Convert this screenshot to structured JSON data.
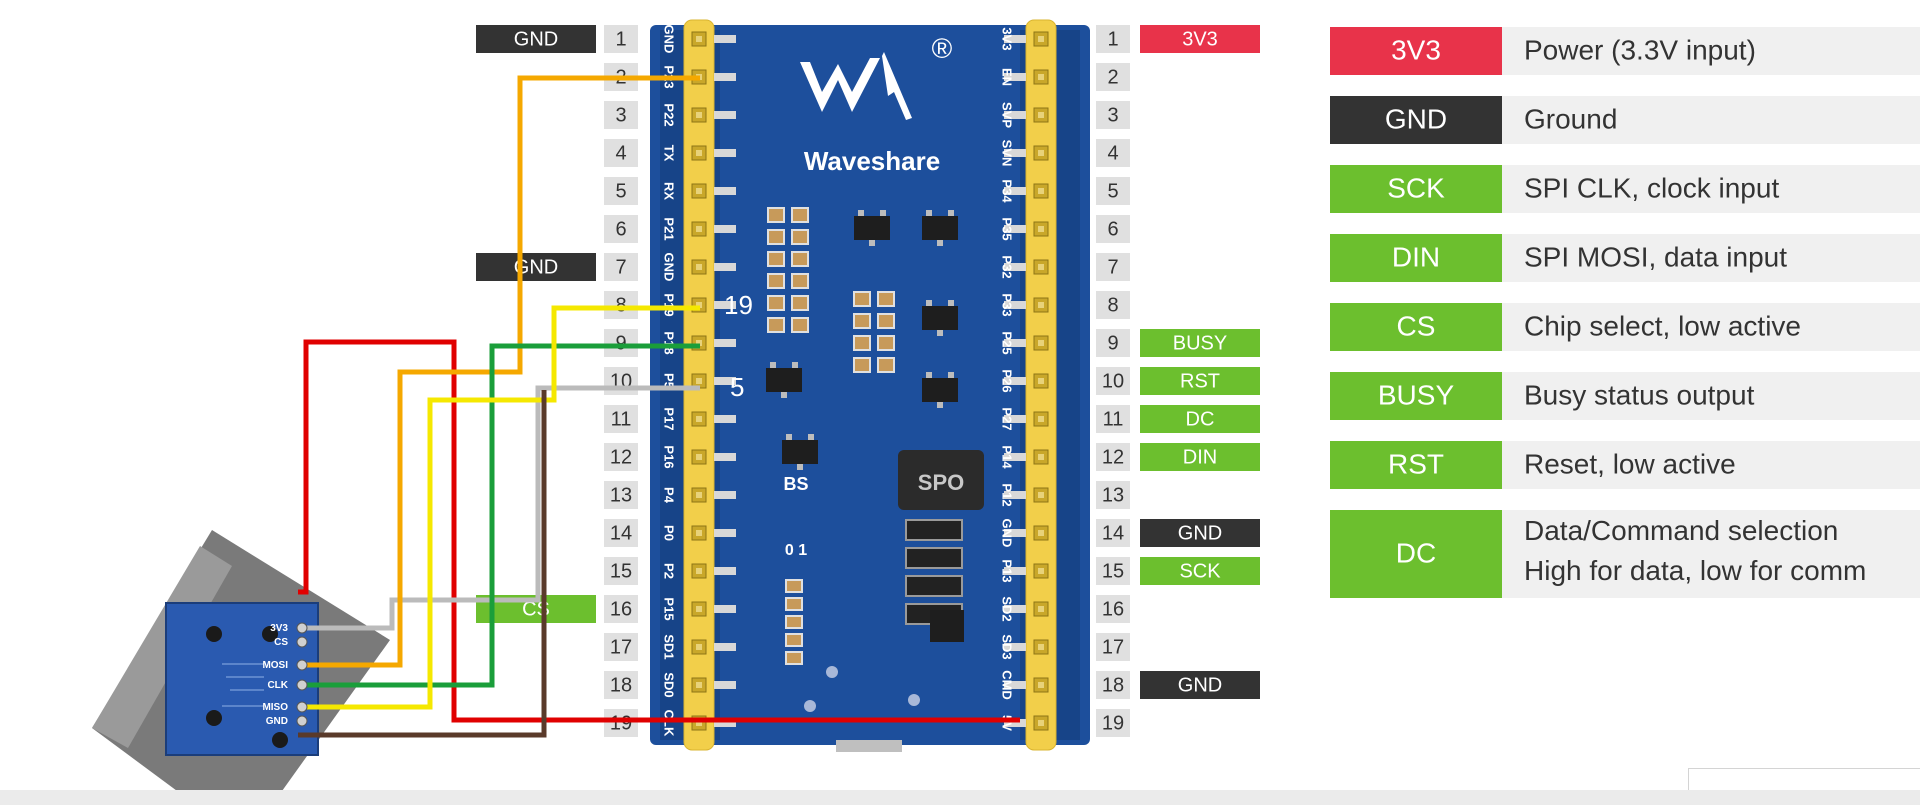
{
  "colors": {
    "power": "#e8334a",
    "ground": "#333333",
    "signal": "#6cbf2e",
    "pin_number_bg": "#e0e0e0",
    "board_blue": "#1d4f9c",
    "header_yellow": "#f2cf4a",
    "desc_bg": "#f0f0f0",
    "wire_red": "#e00000",
    "wire_orange": "#f5a800",
    "wire_yellow": "#f5e800",
    "wire_green": "#1a9e3a",
    "wire_gray": "#bbbbbb",
    "wire_brown": "#5a3a2a"
  },
  "board": {
    "logo_text": "Waveshare",
    "registered_mark": "®",
    "chip_label": "SPO",
    "bs_label": "BS",
    "bs_pins": "0 1"
  },
  "left_pins": [
    {
      "num": "1",
      "silk": "GND",
      "tag": "GND",
      "tag_type": "ground"
    },
    {
      "num": "2",
      "silk": "P23",
      "tag": "",
      "tag_type": ""
    },
    {
      "num": "3",
      "silk": "P22",
      "tag": "",
      "tag_type": ""
    },
    {
      "num": "4",
      "silk": "TX",
      "tag": "",
      "tag_type": ""
    },
    {
      "num": "5",
      "silk": "RX",
      "tag": "",
      "tag_type": ""
    },
    {
      "num": "6",
      "silk": "P21",
      "tag": "",
      "tag_type": ""
    },
    {
      "num": "7",
      "silk": "GND",
      "tag": "GND",
      "tag_type": "ground"
    },
    {
      "num": "8",
      "silk": "P19",
      "tag": "",
      "tag_type": ""
    },
    {
      "num": "9",
      "silk": "P18",
      "tag": "",
      "tag_type": ""
    },
    {
      "num": "10",
      "silk": "P5",
      "tag": "",
      "tag_type": ""
    },
    {
      "num": "11",
      "silk": "P17",
      "tag": "",
      "tag_type": ""
    },
    {
      "num": "12",
      "silk": "P16",
      "tag": "",
      "tag_type": ""
    },
    {
      "num": "13",
      "silk": "P4",
      "tag": "",
      "tag_type": ""
    },
    {
      "num": "14",
      "silk": "P0",
      "tag": "",
      "tag_type": ""
    },
    {
      "num": "15",
      "silk": "P2",
      "tag": "",
      "tag_type": ""
    },
    {
      "num": "16",
      "silk": "P15",
      "tag": "CS",
      "tag_type": "signal"
    },
    {
      "num": "17",
      "silk": "SD1",
      "tag": "",
      "tag_type": ""
    },
    {
      "num": "18",
      "silk": "SD0",
      "tag": "",
      "tag_type": ""
    },
    {
      "num": "19",
      "silk": "CLK",
      "tag": "",
      "tag_type": ""
    }
  ],
  "right_pins": [
    {
      "num": "1",
      "silk": "3V3",
      "tag": "3V3",
      "tag_type": "power"
    },
    {
      "num": "2",
      "silk": "EN",
      "tag": "",
      "tag_type": ""
    },
    {
      "num": "3",
      "silk": "SVP",
      "tag": "",
      "tag_type": ""
    },
    {
      "num": "4",
      "silk": "SVN",
      "tag": "",
      "tag_type": ""
    },
    {
      "num": "5",
      "silk": "P34",
      "tag": "",
      "tag_type": ""
    },
    {
      "num": "6",
      "silk": "P35",
      "tag": "",
      "tag_type": ""
    },
    {
      "num": "7",
      "silk": "P32",
      "tag": "",
      "tag_type": ""
    },
    {
      "num": "8",
      "silk": "P33",
      "tag": "",
      "tag_type": ""
    },
    {
      "num": "9",
      "silk": "P25",
      "tag": "BUSY",
      "tag_type": "signal"
    },
    {
      "num": "10",
      "silk": "P26",
      "tag": "RST",
      "tag_type": "signal"
    },
    {
      "num": "11",
      "silk": "P27",
      "tag": "DC",
      "tag_type": "signal"
    },
    {
      "num": "12",
      "silk": "P14",
      "tag": "DIN",
      "tag_type": "signal"
    },
    {
      "num": "13",
      "silk": "P12",
      "tag": "",
      "tag_type": ""
    },
    {
      "num": "14",
      "silk": "GND",
      "tag": "GND",
      "tag_type": "ground"
    },
    {
      "num": "15",
      "silk": "P13",
      "tag": "SCK",
      "tag_type": "signal"
    },
    {
      "num": "16",
      "silk": "SD2",
      "tag": "",
      "tag_type": ""
    },
    {
      "num": "17",
      "silk": "SD3",
      "tag": "",
      "tag_type": ""
    },
    {
      "num": "18",
      "silk": "CMD",
      "tag": "GND",
      "tag_type": "ground"
    },
    {
      "num": "19",
      "silk": "5V",
      "tag": "",
      "tag_type": ""
    }
  ],
  "annotations": [
    {
      "text": "19"
    },
    {
      "text": "5"
    }
  ],
  "sd_module": {
    "labels": [
      "3V3",
      "CS",
      "MOSI",
      "CLK",
      "MISO",
      "GND"
    ]
  },
  "legend": [
    {
      "tag": "3V3",
      "tag_type": "power",
      "desc": "Power (3.3V input)"
    },
    {
      "tag": "GND",
      "tag_type": "ground",
      "desc": "Ground"
    },
    {
      "tag": "SCK",
      "tag_type": "signal",
      "desc": "SPI CLK, clock input"
    },
    {
      "tag": "DIN",
      "tag_type": "signal",
      "desc": "SPI MOSI, data input"
    },
    {
      "tag": "CS",
      "tag_type": "signal",
      "desc": "Chip select, low active"
    },
    {
      "tag": "BUSY",
      "tag_type": "signal",
      "desc": "Busy status output"
    },
    {
      "tag": "RST",
      "tag_type": "signal",
      "desc": "Reset, low active"
    },
    {
      "tag": "DC",
      "tag_type": "signal",
      "desc": "Data/Command selection",
      "desc2": "High for data, low for comm"
    }
  ]
}
